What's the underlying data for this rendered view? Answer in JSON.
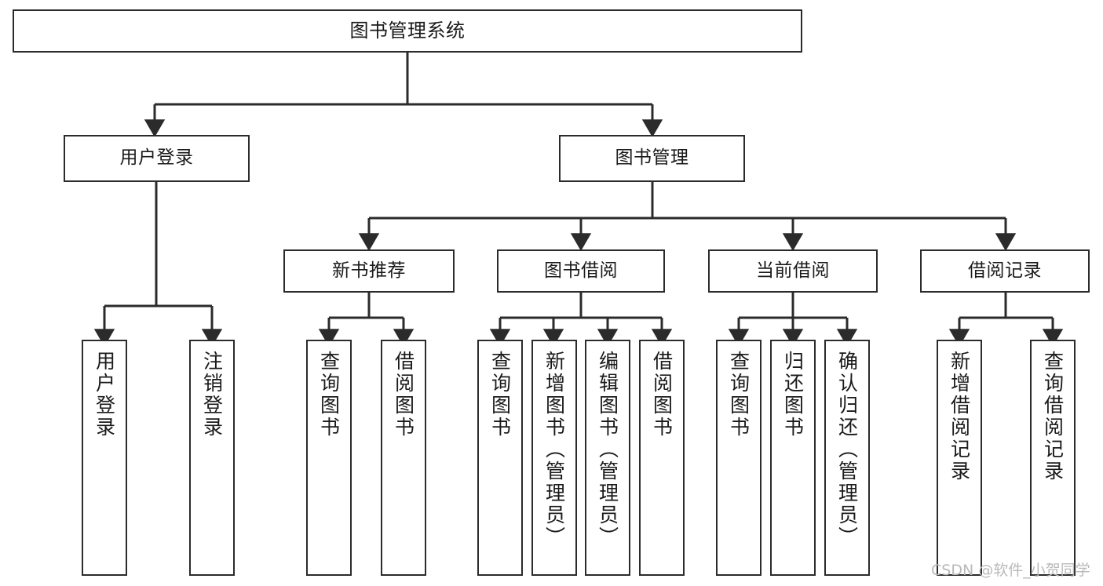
{
  "diagram": {
    "title": "图书管理系统",
    "type": "tree",
    "orientation": "top-down",
    "colors": {
      "background": "#ffffff",
      "node_fill": "#ffffff",
      "node_stroke": "#2b2b2b",
      "edge_stroke": "#2b2b2b",
      "text": "#1a1a1a",
      "watermark": "#b9b9b9"
    },
    "watermark": "CSDN @软件_小贺同学",
    "nodes": {
      "root": {
        "label": "图书管理系统"
      },
      "level2": [
        {
          "id": "user-login",
          "label": "用户登录"
        },
        {
          "id": "book-manage",
          "label": "图书管理"
        }
      ],
      "level3": [
        {
          "id": "new-book-rec",
          "label": "新书推荐"
        },
        {
          "id": "book-borrow",
          "label": "图书借阅"
        },
        {
          "id": "current-borrow",
          "label": "当前借阅"
        },
        {
          "id": "borrow-record",
          "label": "借阅记录"
        }
      ],
      "leaves": {
        "user-login": [
          {
            "id": "leaf-user-login",
            "label": "用户登录"
          },
          {
            "id": "leaf-user-logout",
            "label": "注销登录"
          }
        ],
        "new-book-rec": [
          {
            "id": "leaf-query-book-1",
            "label": "查询图书"
          },
          {
            "id": "leaf-borrow-book-1",
            "label": "借阅图书"
          }
        ],
        "book-borrow": [
          {
            "id": "leaf-query-book-2",
            "label": "查询图书"
          },
          {
            "id": "leaf-add-book",
            "label": "新增图书（管理员）"
          },
          {
            "id": "leaf-edit-book",
            "label": "编辑图书（管理员）"
          },
          {
            "id": "leaf-borrow-book-2",
            "label": "借阅图书"
          }
        ],
        "current-borrow": [
          {
            "id": "leaf-query-book-3",
            "label": "查询图书"
          },
          {
            "id": "leaf-return-book",
            "label": "归还图书"
          },
          {
            "id": "leaf-confirm-return",
            "label": "确认归还（管理员）"
          }
        ],
        "borrow-record": [
          {
            "id": "leaf-add-record",
            "label": "新增借阅记录"
          },
          {
            "id": "leaf-query-record",
            "label": "查询借阅记录"
          }
        ]
      }
    }
  }
}
